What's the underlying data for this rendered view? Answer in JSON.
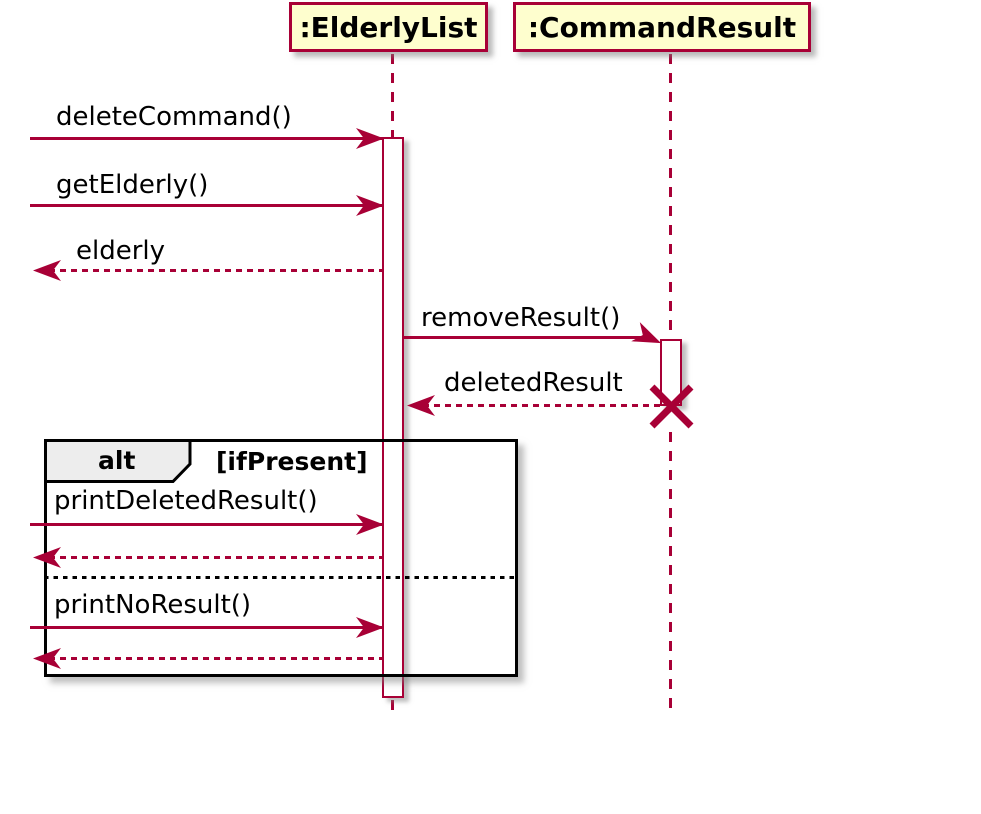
{
  "diagram_type": "uml-sequence-diagram",
  "participants": {
    "left": {
      "label": ":ElderlyList"
    },
    "right": {
      "label": ":CommandResult"
    }
  },
  "messages": {
    "delete_command": "deleteCommand()",
    "get_elderly": "getElderly()",
    "elderly_return": "elderly",
    "remove_result": "removeResult()",
    "deleted_result": "deletedResult",
    "print_deleted_result": "printDeletedResult()",
    "print_no_result": "printNoResult()"
  },
  "fragment": {
    "operator": "alt",
    "guard": "[ifPresent]"
  },
  "colors": {
    "accent": "#A80036",
    "participant_fill": "#FEFECE",
    "activation_fill": "#FFFFFF",
    "frame_border": "#000000",
    "tab_fill": "#EDEDED",
    "text": "#000000",
    "background": "#FFFFFF"
  }
}
